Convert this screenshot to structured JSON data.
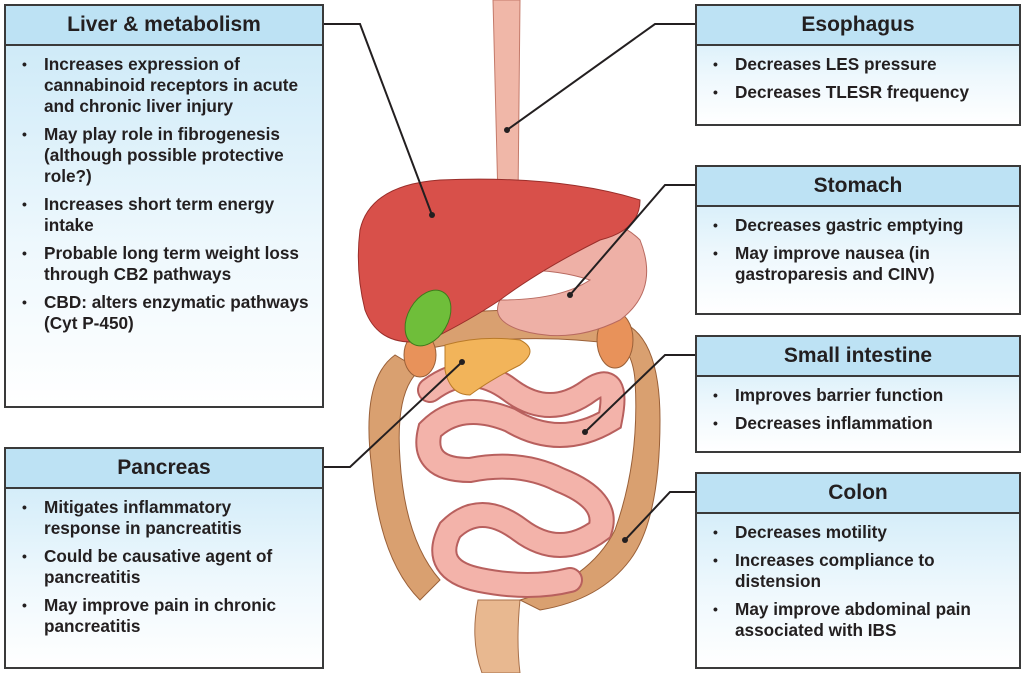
{
  "boxes": {
    "liver": {
      "title": "Liver & metabolism",
      "items": [
        "Increases expression of cannabinoid receptors in acute and chronic liver injury",
        "May play role in fibrogenesis (although possible protective role?)",
        "Increases short term energy intake",
        "Probable long term weight loss through CB2 pathways",
        "CBD: alters enzymatic pathways (Cyt P-450)"
      ]
    },
    "pancreas": {
      "title": "Pancreas",
      "items": [
        "Mitigates inflammatory response in pancreatitis",
        "Could be causative agent of pancreatitis",
        "May improve pain in chronic pancreatitis"
      ]
    },
    "esophagus": {
      "title": "Esophagus",
      "items": [
        "Decreases LES pressure",
        "Decreases TLESR frequency"
      ]
    },
    "stomach": {
      "title": "Stomach",
      "items": [
        "Decreases gastric emptying",
        "May improve nausea (in gastroparesis and CINV)"
      ]
    },
    "small_intestine": {
      "title": "Small intestine",
      "items": [
        "Improves barrier function",
        "Decreases inflammation"
      ]
    },
    "colon": {
      "title": "Colon",
      "items": [
        "Decreases motility",
        "Increases compliance to distension",
        "May improve abdominal pain associated with IBS"
      ]
    }
  }
}
